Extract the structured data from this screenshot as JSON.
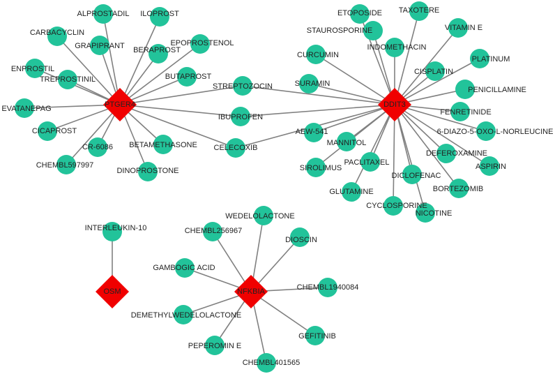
{
  "colors": {
    "drug_node": "#22c39a",
    "gene_node": "#f00000",
    "edge": "#808080",
    "label": "#222222"
  },
  "genes": [
    {
      "id": "PTGER4",
      "label": "PTGER4"
    },
    {
      "id": "DDIT3",
      "label": "DDIT3"
    },
    {
      "id": "NFKBIA",
      "label": "NFKBIA"
    },
    {
      "id": "OSM",
      "label": "OSM"
    }
  ],
  "drugs": [
    {
      "id": "ALPROSTADIL",
      "label": "ALPROSTADIL"
    },
    {
      "id": "ILOPROST",
      "label": "ILOPROST"
    },
    {
      "id": "CARBACYCLIN",
      "label": "CARBACYCLIN"
    },
    {
      "id": "GRAPIPRANT",
      "label": "GRAPIPRANT"
    },
    {
      "id": "BERAPROST",
      "label": "BERAPROST"
    },
    {
      "id": "EPOPROSTENOL",
      "label": "EPOPROSTENOL"
    },
    {
      "id": "ENPROSTIL",
      "label": "ENPROSTIL"
    },
    {
      "id": "TREPROSTINIL",
      "label": "TREPROSTINIL"
    },
    {
      "id": "BUTAPROST",
      "label": "BUTAPROST"
    },
    {
      "id": "EVATANEPAG",
      "label": "EVATANEPAG"
    },
    {
      "id": "CICAPROST",
      "label": "CICAPROST"
    },
    {
      "id": "CR-6086",
      "label": "CR-6086"
    },
    {
      "id": "CHEMBL597997",
      "label": "CHEMBL597997"
    },
    {
      "id": "BETAMETHASONE",
      "label": "BETAMETHASONE"
    },
    {
      "id": "DINOPROSTONE",
      "label": "DINOPROSTONE"
    },
    {
      "id": "STREPTOZOCIN",
      "label": "STREPTOZOCIN"
    },
    {
      "id": "IBUPROFEN",
      "label": "IBUPROFEN"
    },
    {
      "id": "CELECOXIB",
      "label": "CELECOXIB"
    },
    {
      "id": "ETOPOSIDE",
      "label": "ETOPOSIDE"
    },
    {
      "id": "TAXOTERE",
      "label": "TAXOTERE"
    },
    {
      "id": "STAUROSPORINE",
      "label": "STAUROSPORINE"
    },
    {
      "id": "VITAMIN E",
      "label": "VITAMIN E"
    },
    {
      "id": "CURCUMIN",
      "label": "CURCUMIN"
    },
    {
      "id": "INDOMETHACIN",
      "label": "INDOMETHACIN"
    },
    {
      "id": "PLATINUM",
      "label": "PLATINUM"
    },
    {
      "id": "CISPLATIN",
      "label": "CISPLATIN"
    },
    {
      "id": "SURAMIN",
      "label": "SURAMIN"
    },
    {
      "id": "PENICILLAMINE",
      "label": "PENICILLAMINE"
    },
    {
      "id": "FENRETINIDE",
      "label": "FENRETINIDE"
    },
    {
      "id": "AEW-541",
      "label": "AEW-541"
    },
    {
      "id": "6-DIAZO-5-OXO-L-NORLEUCINE",
      "label": "6-DIAZO-5-OXO-L-NORLEUCINE"
    },
    {
      "id": "MANNITOL",
      "label": "MANNITOL"
    },
    {
      "id": "DEFEROXAMINE",
      "label": "DEFEROXAMINE"
    },
    {
      "id": "PACLITAXEL",
      "label": "PACLITAXEL"
    },
    {
      "id": "SIROLIMUS",
      "label": "SIROLIMUS"
    },
    {
      "id": "ASPIRIN",
      "label": "ASPIRIN"
    },
    {
      "id": "DICLOFENAC",
      "label": "DICLOFENAC"
    },
    {
      "id": "BORTEZOMIB",
      "label": "BORTEZOMIB"
    },
    {
      "id": "GLUTAMINE",
      "label": "GLUTAMINE"
    },
    {
      "id": "CYCLOSPORINE",
      "label": "CYCLOSPORINE"
    },
    {
      "id": "NICOTINE",
      "label": "NICOTINE"
    },
    {
      "id": "INTERLEUKIN-10",
      "label": "INTERLEUKIN-10"
    },
    {
      "id": "WEDELOLACTONE",
      "label": "WEDELOLACTONE"
    },
    {
      "id": "CHEMBL256967",
      "label": "CHEMBL256967"
    },
    {
      "id": "DIOSCIN",
      "label": "DIOSCIN"
    },
    {
      "id": "GAMBOGIC ACID",
      "label": "GAMBOGIC ACID"
    },
    {
      "id": "CHEMBL1940084",
      "label": "CHEMBL1940084"
    },
    {
      "id": "DEMETHYLWEDELOLACTONE",
      "label": "DEMETHYLWEDELOLACTONE"
    },
    {
      "id": "GEFITINIB",
      "label": "GEFITINIB"
    },
    {
      "id": "PEPEROMIN E",
      "label": "PEPEROMIN E"
    },
    {
      "id": "CHEMBL401565",
      "label": "CHEMBL401565"
    }
  ],
  "edges": [
    [
      "PTGER4",
      "ALPROSTADIL"
    ],
    [
      "PTGER4",
      "ILOPROST"
    ],
    [
      "PTGER4",
      "CARBACYCLIN"
    ],
    [
      "PTGER4",
      "GRAPIPRANT"
    ],
    [
      "PTGER4",
      "BERAPROST"
    ],
    [
      "PTGER4",
      "EPOPROSTENOL"
    ],
    [
      "PTGER4",
      "ENPROSTIL"
    ],
    [
      "PTGER4",
      "TREPROSTINIL"
    ],
    [
      "PTGER4",
      "BUTAPROST"
    ],
    [
      "PTGER4",
      "EVATANEPAG"
    ],
    [
      "PTGER4",
      "CICAPROST"
    ],
    [
      "PTGER4",
      "CR-6086"
    ],
    [
      "PTGER4",
      "CHEMBL597997"
    ],
    [
      "PTGER4",
      "BETAMETHASONE"
    ],
    [
      "PTGER4",
      "DINOPROSTONE"
    ],
    [
      "PTGER4",
      "STREPTOZOCIN"
    ],
    [
      "PTGER4",
      "IBUPROFEN"
    ],
    [
      "PTGER4",
      "CELECOXIB"
    ],
    [
      "DDIT3",
      "STREPTOZOCIN"
    ],
    [
      "DDIT3",
      "IBUPROFEN"
    ],
    [
      "DDIT3",
      "CELECOXIB"
    ],
    [
      "DDIT3",
      "ETOPOSIDE"
    ],
    [
      "DDIT3",
      "TAXOTERE"
    ],
    [
      "DDIT3",
      "STAUROSPORINE"
    ],
    [
      "DDIT3",
      "VITAMIN E"
    ],
    [
      "DDIT3",
      "CURCUMIN"
    ],
    [
      "DDIT3",
      "INDOMETHACIN"
    ],
    [
      "DDIT3",
      "PLATINUM"
    ],
    [
      "DDIT3",
      "CISPLATIN"
    ],
    [
      "DDIT3",
      "SURAMIN"
    ],
    [
      "DDIT3",
      "PENICILLAMINE"
    ],
    [
      "DDIT3",
      "FENRETINIDE"
    ],
    [
      "DDIT3",
      "AEW-541"
    ],
    [
      "DDIT3",
      "6-DIAZO-5-OXO-L-NORLEUCINE"
    ],
    [
      "DDIT3",
      "MANNITOL"
    ],
    [
      "DDIT3",
      "DEFEROXAMINE"
    ],
    [
      "DDIT3",
      "PACLITAXEL"
    ],
    [
      "DDIT3",
      "SIROLIMUS"
    ],
    [
      "DDIT3",
      "ASPIRIN"
    ],
    [
      "DDIT3",
      "DICLOFENAC"
    ],
    [
      "DDIT3",
      "BORTEZOMIB"
    ],
    [
      "DDIT3",
      "GLUTAMINE"
    ],
    [
      "DDIT3",
      "CYCLOSPORINE"
    ],
    [
      "DDIT3",
      "NICOTINE"
    ],
    [
      "OSM",
      "INTERLEUKIN-10"
    ],
    [
      "NFKBIA",
      "WEDELOLACTONE"
    ],
    [
      "NFKBIA",
      "CHEMBL256967"
    ],
    [
      "NFKBIA",
      "DIOSCIN"
    ],
    [
      "NFKBIA",
      "GAMBOGIC ACID"
    ],
    [
      "NFKBIA",
      "CHEMBL1940084"
    ],
    [
      "NFKBIA",
      "DEMETHYLWEDELOLACTONE"
    ],
    [
      "NFKBIA",
      "GEFITINIB"
    ],
    [
      "NFKBIA",
      "PEPEROMIN E"
    ],
    [
      "NFKBIA",
      "CHEMBL401565"
    ]
  ]
}
